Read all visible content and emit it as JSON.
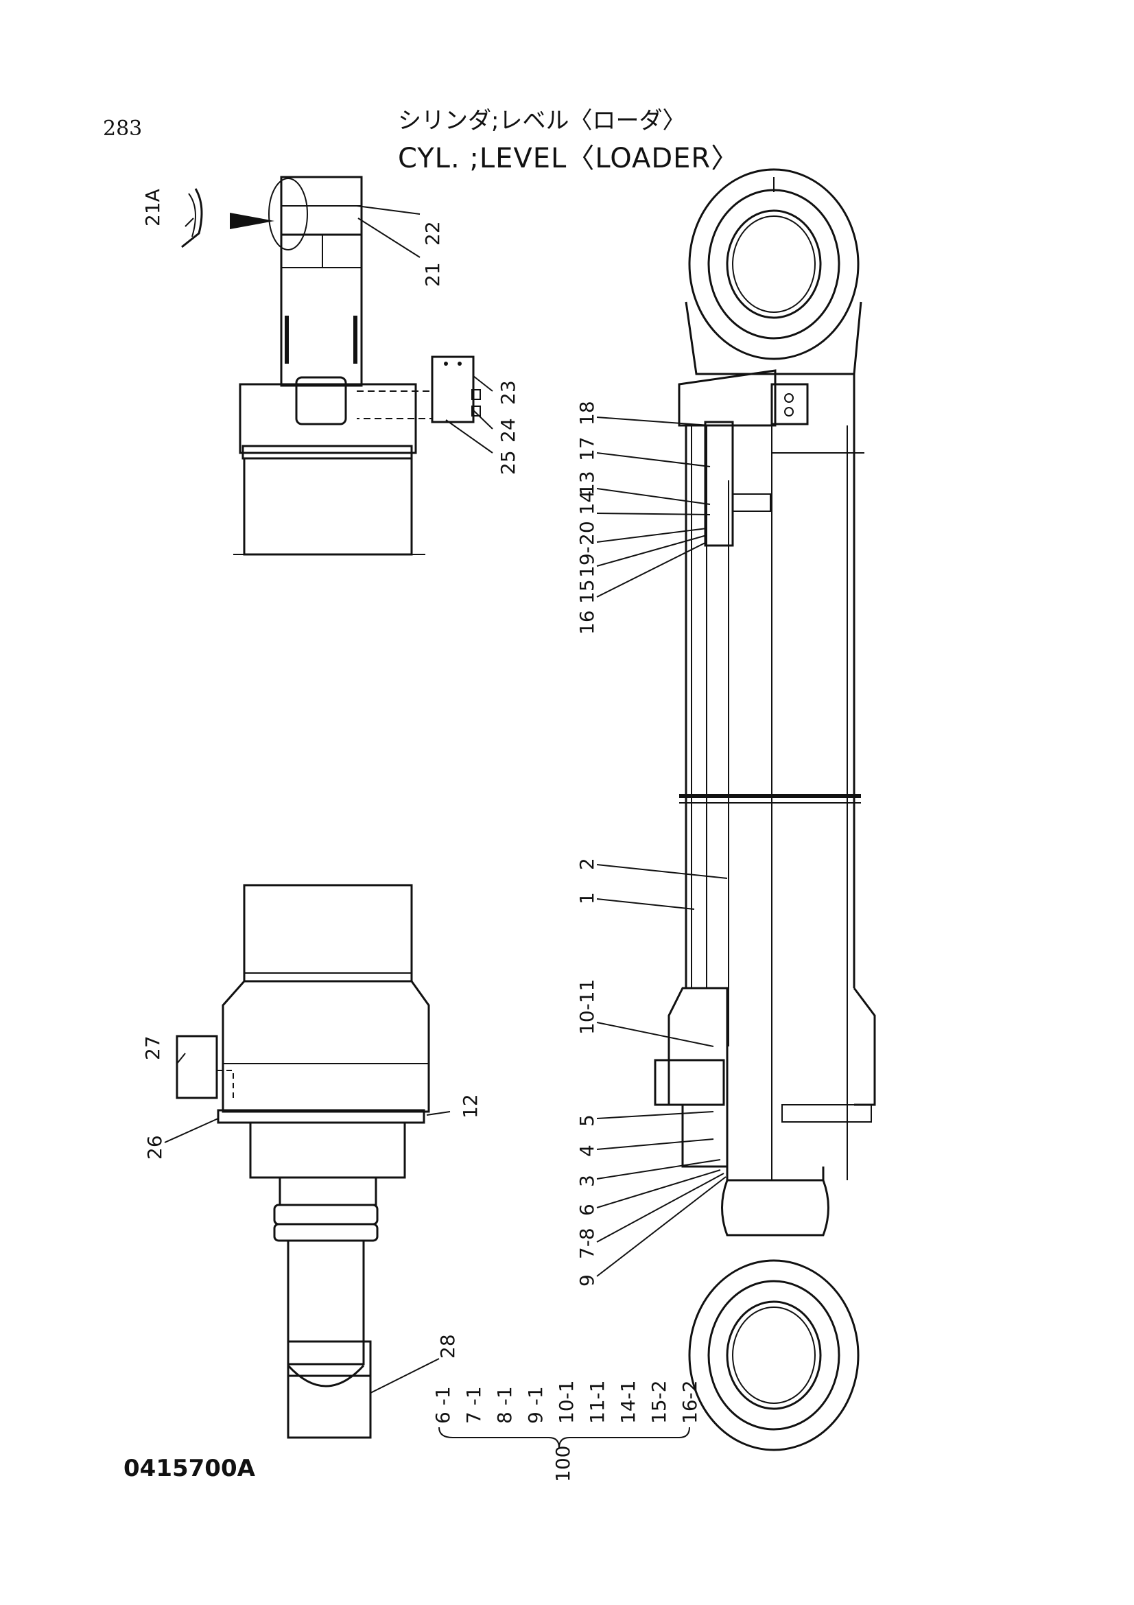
{
  "page": {
    "number": "283",
    "title_jp": "シリンダ;レベル〈ローダ〉",
    "title_en": "CYL. ;LEVEL〈LOADER〉",
    "drawing_code": "0415700A"
  },
  "callouts": {
    "c21A": "21A",
    "c22": "22",
    "c21": "21",
    "c23": "23",
    "c24": "24",
    "c25": "25",
    "c18": "18",
    "c17": "17",
    "c13": "13",
    "c2014": "20 14",
    "c19": "19-",
    "c15": "15",
    "c16": "16",
    "c2": "2",
    "c1": "1",
    "c1011": "10-11",
    "c27": "27",
    "c12": "12",
    "c26": "26",
    "c5": "5",
    "c4": "4",
    "c3": "3",
    "c6": "6",
    "c78": "7-8",
    "c9": "9",
    "c28": "28",
    "c100": "100"
  },
  "kit_list": [
    "6 -1",
    "7 -1",
    "8 -1",
    "9 -1",
    "10-1",
    "11-1",
    "14-1",
    "15-2",
    "16-2"
  ]
}
